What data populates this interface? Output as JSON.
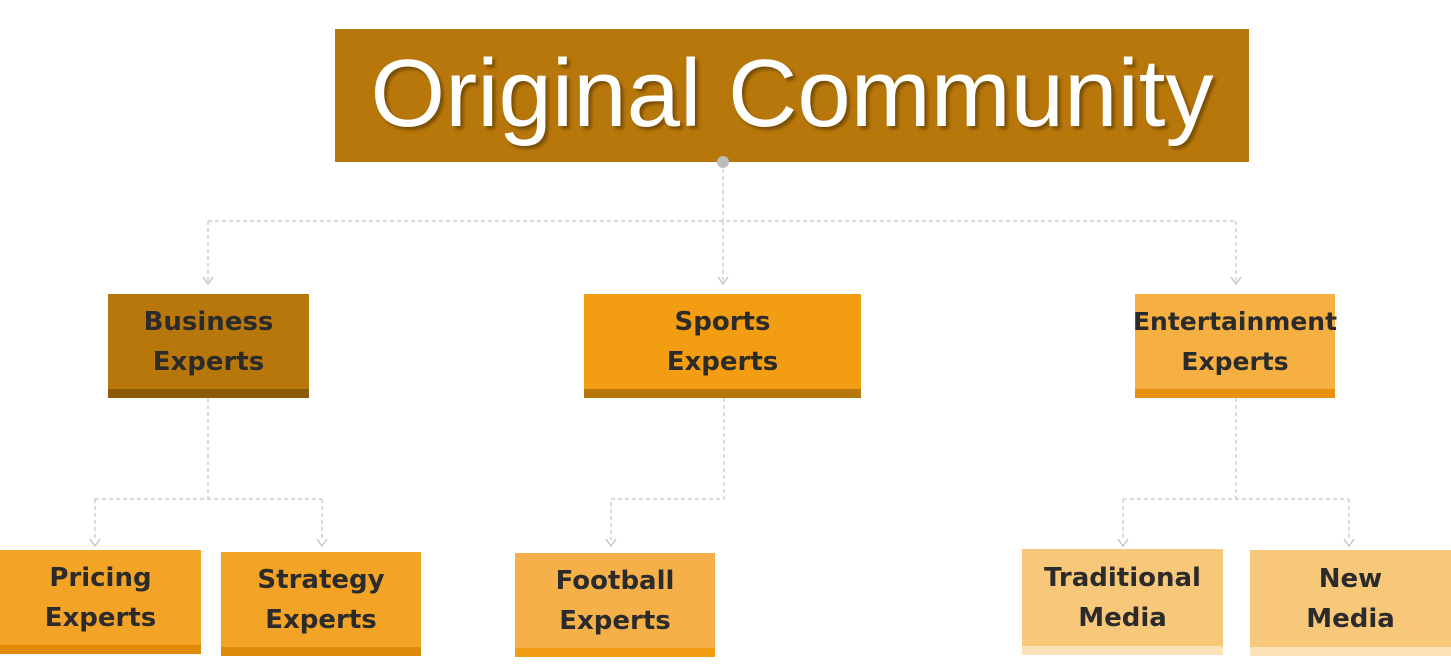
{
  "root": {
    "title": "Original Community"
  },
  "level1": {
    "business": [
      "Business",
      "Experts"
    ],
    "sports": [
      "Sports",
      "Experts"
    ],
    "entertainment": [
      "Entertainment",
      "Experts"
    ]
  },
  "level2": {
    "pricing": [
      "Pricing",
      "Experts"
    ],
    "strategy": [
      "Strategy",
      "Experts"
    ],
    "football": [
      "Football",
      "Experts"
    ],
    "traditional": [
      "Traditional",
      "Media"
    ],
    "new_media": [
      "New",
      "Media"
    ]
  },
  "colors": {
    "root": "#b8770a",
    "business": "#b8770a",
    "sports": "#f29d12",
    "entertainment": "#f5b041",
    "pricing": "#f3a325",
    "strategy": "#f3a325",
    "football": "#f5b04a",
    "media": "#f7c87a",
    "connector": "#bdbdbd"
  }
}
